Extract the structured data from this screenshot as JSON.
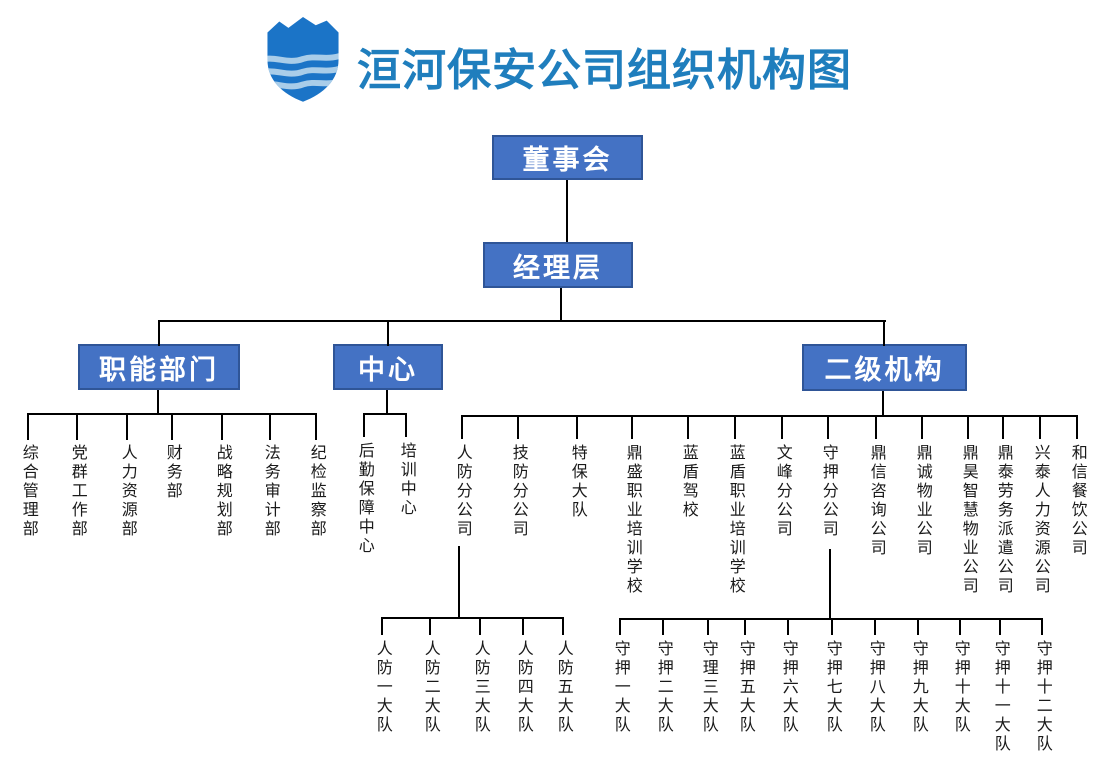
{
  "header": {
    "title": "洹河保安公司组织机构图",
    "logo_icon": "shield-with-waves"
  },
  "org": {
    "board": "董事会",
    "management": "经理层",
    "branches": {
      "functional": {
        "label": "职能部门",
        "children": [
          "综合管理部",
          "党群工作部",
          "人力资源部",
          "财务部",
          "战略规划部",
          "法务审计部",
          "纪检监察部"
        ]
      },
      "center": {
        "label": "中心",
        "children": [
          "后勤保障中心",
          "培训中心"
        ]
      },
      "secondary": {
        "label": "二级机构",
        "children": [
          "人防分公司",
          "技防分公司",
          "特保大队",
          "鼎盛职业培训学校",
          "蓝盾驾校",
          "蓝盾职业培训学校",
          "文峰分公司",
          "守押分公司",
          "鼎信咨询公司",
          "鼎诚物业公司",
          "鼎昊智慧物业公司",
          "鼎泰劳务派遣公司",
          "兴泰人力资源公司",
          "和信餐饮公司"
        ]
      }
    },
    "renfang_subunits": [
      "人防一大队",
      "人防二大队",
      "人防三大队",
      "人防四大队",
      "人防五大队"
    ],
    "shouya_subunits": [
      "守押一大队",
      "守押二大队",
      "守理三大队",
      "守押五大队",
      "守押六大队",
      "守押七大队",
      "守押八大队",
      "守押九大队",
      "守押十大队",
      "守押十一大队",
      "守押十二大队"
    ]
  },
  "colors": {
    "box_fill": "#4472C4",
    "box_border": "#2F5597",
    "box_text": "#FFFFFF",
    "title_text": "#1F7EBD",
    "connector": "#000000",
    "leaf_text": "#1A1A1A",
    "logo_blue": "#1B74C7",
    "logo_wave": "#A9CDE9"
  }
}
